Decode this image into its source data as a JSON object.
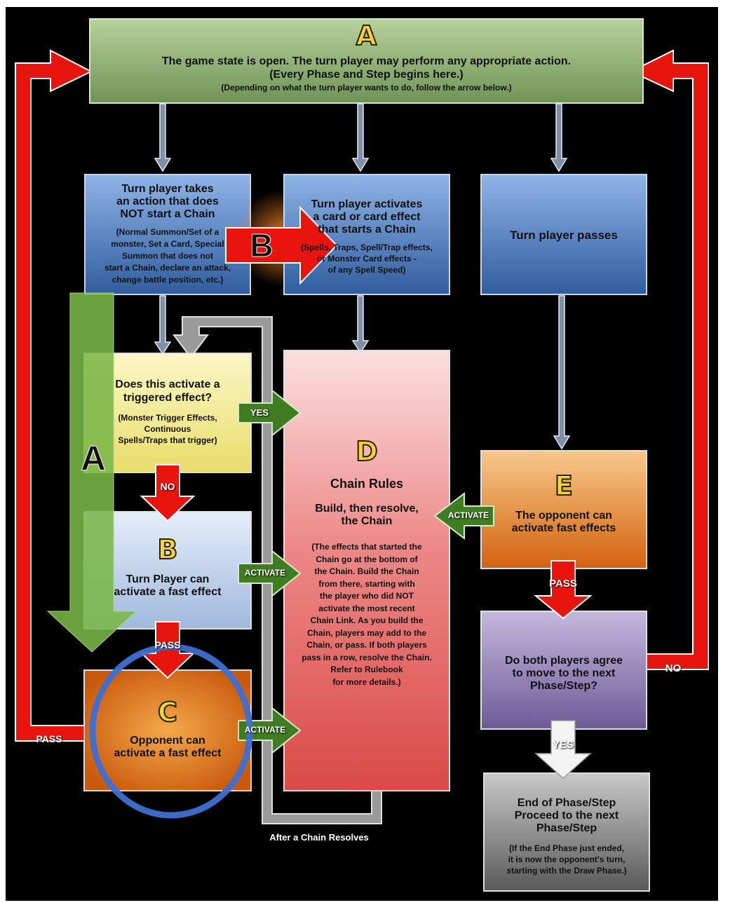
{
  "boxes": {
    "a": {
      "letter": "A",
      "line1": "The game state is open. The turn player may perform any appropriate action.",
      "line2": "(Every Phase and Step begins here.)",
      "line3": "(Depending on what the turn player wants to do, follow the arrow below.)"
    },
    "no_chain": {
      "title1": "Turn player takes",
      "title2": "an action that does",
      "title3": "NOT start a Chain",
      "d1": "(Normal Summon/Set  of a",
      "d2": "monster, Set a Card, Special",
      "d3": "Summon that does not",
      "d4": "start a Chain, declare an attack,",
      "d5": "change battle position, etc.)"
    },
    "activates": {
      "title1": "Turn player activates",
      "title2": "a card or card effect",
      "title3": "that starts a Chain",
      "d1": "(Spells, Traps, Spell/Trap effects,",
      "d2": "or Monster Card effects -",
      "d3": "of any Spell Speed)"
    },
    "passes": {
      "title": "Turn player passes"
    },
    "triggered": {
      "title1": "Does this activate a",
      "title2": "triggered effect?",
      "d1": "(Monster Trigger Effects,",
      "d2": "Continuous",
      "d3": "Spells/Traps that trigger)"
    },
    "b": {
      "letter": "B",
      "line1": "Turn Player can",
      "line2": "activate a fast effect"
    },
    "c": {
      "letter": "C",
      "line1": "Opponent can",
      "line2": "activate a fast effect"
    },
    "d": {
      "letter": "D",
      "title": "Chain Rules",
      "sub1": "Build, then resolve,",
      "sub2": "the Chain",
      "body": [
        "(The effects that started  the",
        "Chain go at the bottom of",
        "the Chain. Build the Chain",
        "from there, starting with",
        "the player  who did NOT",
        "activate the most recent",
        "Chain Link.  As you build the",
        "Chain, players may add to the",
        "Chain, or pass. If both players",
        "pass in a row, resolve the Chain.",
        "Refer to Rulebook",
        "for more details.)"
      ]
    },
    "e": {
      "letter": "E",
      "line1": "The opponent can",
      "line2": "activate fast effects"
    },
    "agree": {
      "line1": "Do both players agree",
      "line2": "to move to the next",
      "line3": "Phase/Step?"
    },
    "end": {
      "line1": "End of Phase/Step",
      "line2": "Proceed to the next",
      "line3": "Phase/Step",
      "d1": "(If the End Phase just ended,",
      "d2": "it is now the opponent's turn,",
      "d3": "starting with the Draw Phase.)"
    }
  },
  "arrow_labels": {
    "yes": "YES",
    "no": "NO",
    "activate": "ACTIVATE",
    "pass": "PASS",
    "no_right": "NO",
    "yes_bottom": "YES",
    "after_chain": "After a Chain Resolves"
  },
  "overlays": {
    "big_a": "A",
    "big_b": "B"
  },
  "colors": {
    "red_arrow": "#e8150f",
    "green_arrow": "#4b8a2a",
    "green_overlay": "#7ab648",
    "circle": "#3f6fd1",
    "box_a": "#8fb077",
    "box_blue": "#4f7fbf",
    "box_yellow": "#f3ec9a",
    "box_pink": "#e9706e",
    "box_orange": "#e0791f",
    "box_purple": "#8a78ae",
    "box_gray": "#8a8a8a"
  }
}
